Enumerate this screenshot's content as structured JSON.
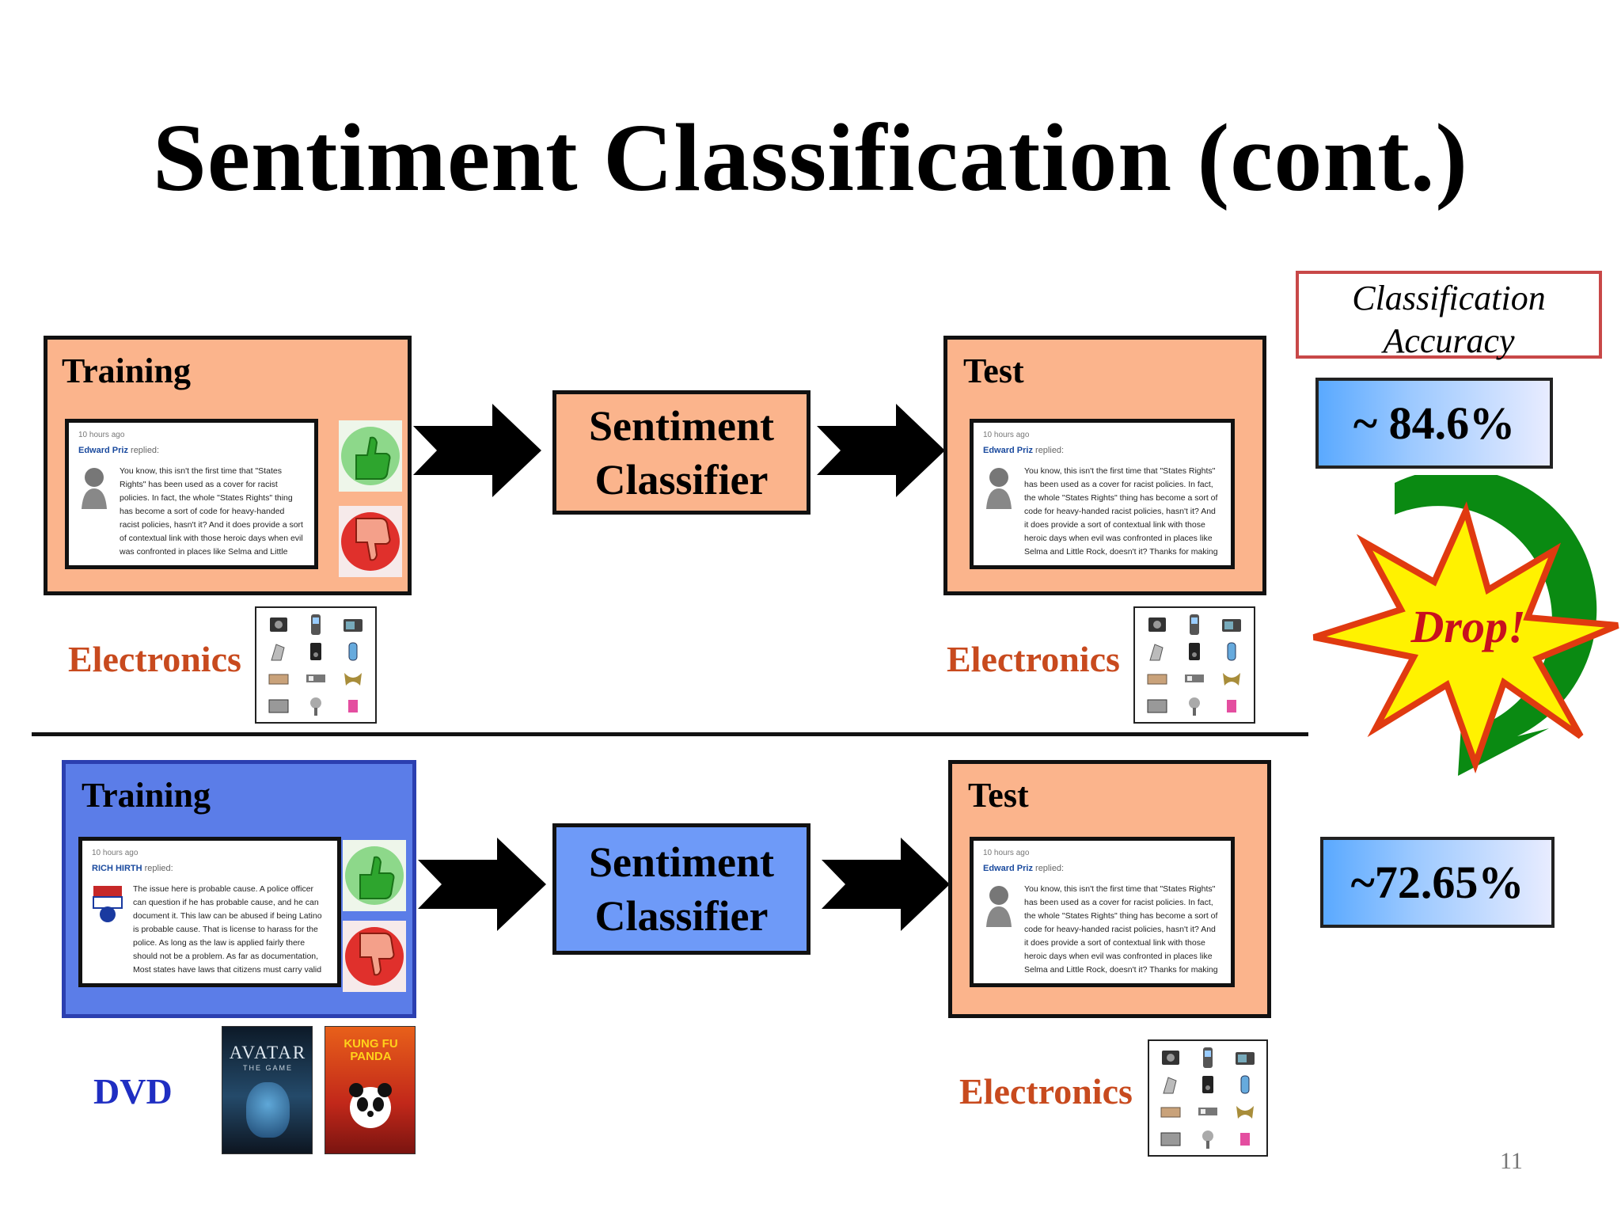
{
  "slide": {
    "title": "Sentiment Classification (cont.)",
    "page_number": "11"
  },
  "accuracy": {
    "header": "Classification Accuracy",
    "top_value": "~ 84.6%",
    "bottom_value": "~72.65%",
    "drop_label": "Drop!"
  },
  "top_row": {
    "training_label": "Training",
    "test_label": "Test",
    "classifier_line1": "Sentiment",
    "classifier_line2": "Classifier",
    "training_domain": "Electronics",
    "test_domain": "Electronics"
  },
  "bottom_row": {
    "training_label": "Training",
    "test_label": "Test",
    "classifier_line1": "Sentiment",
    "classifier_line2": "Classifier",
    "training_domain": "DVD",
    "test_domain": "Electronics",
    "dvd_covers": [
      "AVATAR",
      "THE GAME",
      "KUNG FU PANDA"
    ]
  },
  "comment_electronics": {
    "time": "10 hours ago",
    "user": "Edward Priz",
    "action": "replied:",
    "text": "You know, this isn't the first time that \"States Rights\" has been used as a cover for racist policies. In fact, the whole \"States Rights\" thing has become a sort of code for heavy-handed racist policies, hasn't it? And it does provide a sort of contextual link with those heroic days when evil was confronted in places like Selma and Little Rock, doesn't it? Thanks for making that link explicit."
  },
  "comment_dvd": {
    "time": "10 hours ago",
    "user": "RICH HIRTH",
    "action": "replied:",
    "text": "The issue here is probable cause. A police officer can question if he has probable cause, and he can document it. This law can be abused if being Latino is probable cause. That is license to harass for the police. As long as the law is applied fairly there should not be a problem. As far as documentation, Most states have laws that citizens must carry valid state ID, and no one cares. There is no reason the Executive branch needed to get involved in what the Court should decide."
  },
  "colors": {
    "orange_box": "#fbb48c",
    "blue_box": "#5b7de8",
    "domain_red": "#c84a1e",
    "dvd_blue": "#1f2ec2",
    "drop_text": "#c8101e",
    "burst_fill": "#fff200",
    "burst_stroke": "#e03a10",
    "arrow_green": "#0a8a12"
  }
}
